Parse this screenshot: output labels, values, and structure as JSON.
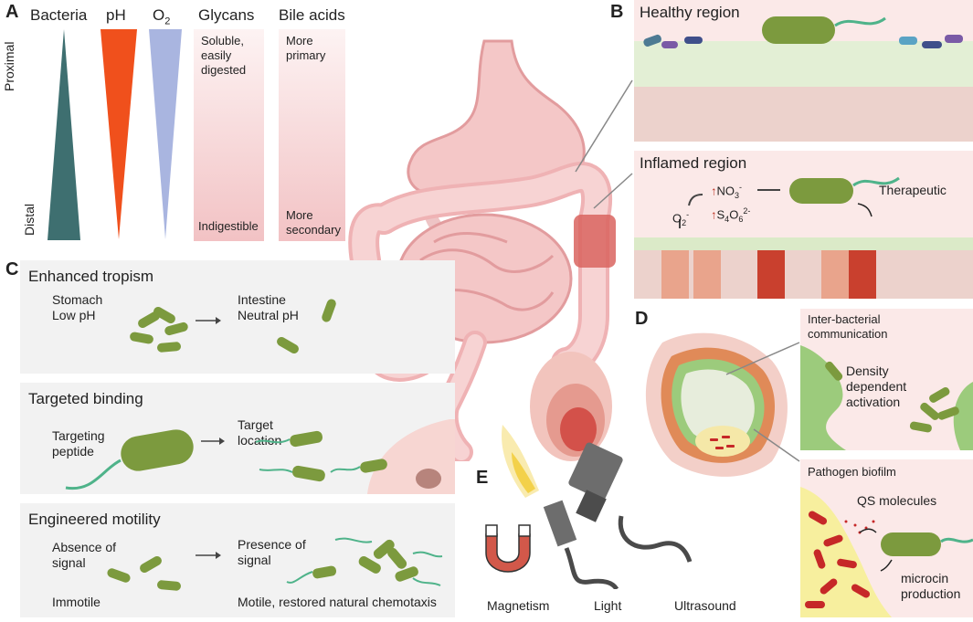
{
  "panelA": {
    "letter": "A",
    "columns": {
      "bacteria": "Bacteria",
      "ph": "pH",
      "o2_main": "O",
      "o2_sub": "2",
      "glycans": "Glycans",
      "bile": "Bile acids"
    },
    "proximal": "Proximal",
    "distal": "Distal",
    "glycans_top": [
      "Soluble,",
      "easily",
      "digested"
    ],
    "glycans_bottom": "Indigestible",
    "bile_top": [
      "More",
      "primary"
    ],
    "bile_bottom": [
      "More",
      "secondary"
    ],
    "colors": {
      "bacteria": "#3e6f70",
      "ph": "#f0501c",
      "o2": "#a9b5e0",
      "gradient": "#f2c2c4"
    }
  },
  "panelB": {
    "letter": "B",
    "healthy": "Healthy region",
    "inflamed": "Inflamed region",
    "o2": "O",
    "o2_sub": "2",
    "o2_sup": "-",
    "no3": "NO",
    "no3_sub": "3",
    "no3_sup": "-",
    "s4o6": "S",
    "s4o6_sub1": "4",
    "s4o6_o": "O",
    "s4o6_sub2": "6",
    "s4o6_sup": "2-",
    "therapeutic": "Therapeutic"
  },
  "panelC": {
    "letter": "C",
    "tropism": {
      "title": "Enhanced tropism",
      "left": [
        "Stomach",
        "Low pH"
      ],
      "right": [
        "Intestine",
        "Neutral pH"
      ]
    },
    "binding": {
      "title": "Targeted binding",
      "left": [
        "Targeting",
        "peptide"
      ],
      "right": [
        "Target",
        "location"
      ]
    },
    "motility": {
      "title": "Engineered motility",
      "left": [
        "Absence of",
        "signal"
      ],
      "right": [
        "Presence of",
        "signal"
      ],
      "bottom_left": "Immotile",
      "bottom_right": "Motile, restored natural chemotaxis"
    }
  },
  "panelD": {
    "letter": "D",
    "inter": [
      "Inter-bacterial",
      "communication"
    ],
    "density": [
      "Density",
      "dependent",
      "activation"
    ],
    "biofilm": "Pathogen biofilm",
    "qs": "QS molecules",
    "microcin": [
      "microcin",
      "production"
    ]
  },
  "panelE": {
    "letter": "E",
    "magnetism": "Magnetism",
    "light": "Light",
    "ultrasound": "Ultrasound"
  },
  "colors": {
    "bacterium": "#7c9a3e",
    "tissue": "#f2c6c6",
    "panel_gray": "#f2f2f2"
  }
}
